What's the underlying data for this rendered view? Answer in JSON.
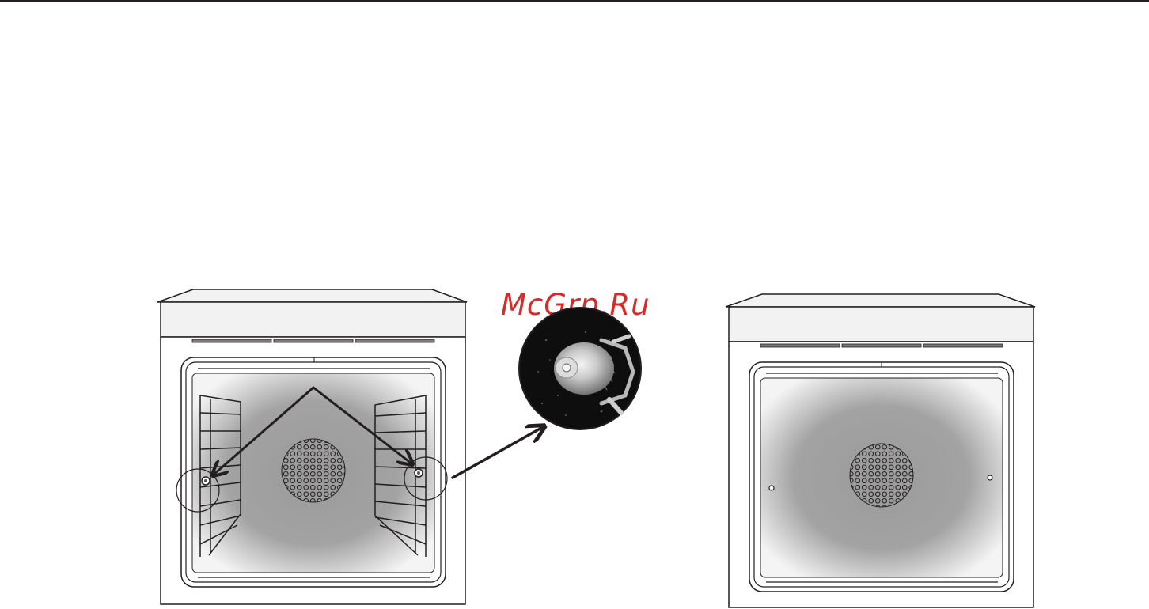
{
  "watermark": {
    "text": "McGrp.Ru",
    "color": "#d42b2b"
  },
  "colors": {
    "line": "#231f20",
    "panel": "#f2f2f2",
    "cavity_center": "#9a9a9a",
    "cavity_edge": "#f4f4f4"
  },
  "figure": {
    "left_oven": {
      "state": "shelf-supports-installed",
      "highlighted_points": 2
    },
    "detail_view": {
      "subject": "shelf-support-fixing-pin"
    },
    "right_oven": {
      "state": "shelf-supports-removed"
    }
  }
}
